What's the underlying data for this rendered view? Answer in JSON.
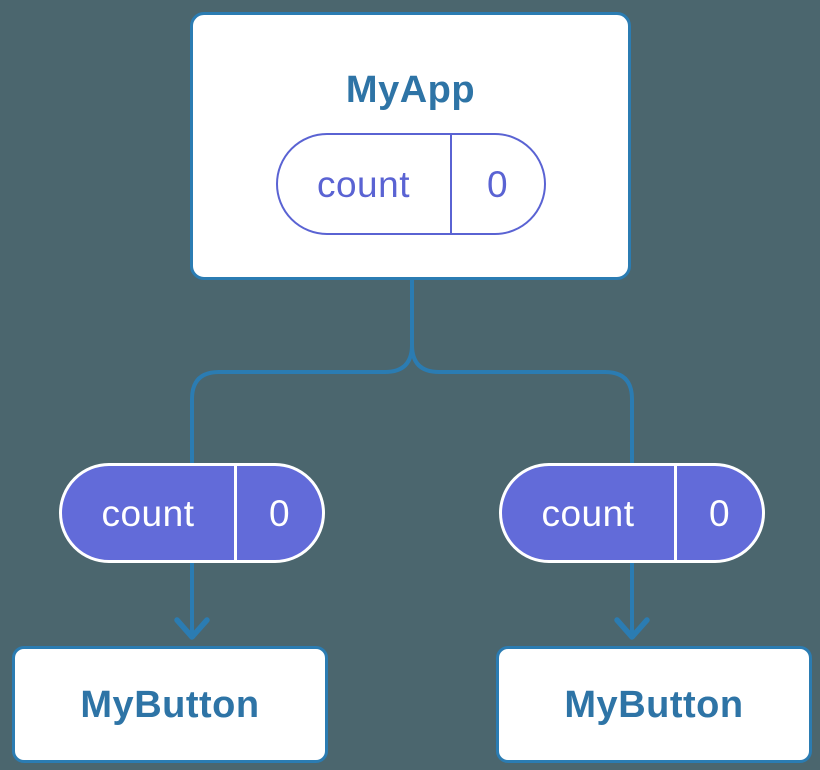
{
  "colors": {
    "background": "#4b666e",
    "connector_blue": "#2b7cb2",
    "component_label_blue": "#2e74a6",
    "state_purple_outline": "#5a63d3",
    "state_pill_fill_purple": "#626bd9",
    "card_fill": "#ffffff",
    "state_text_on_purple": "#ffffff"
  },
  "tree": {
    "root": {
      "label": "MyApp",
      "state": {
        "name": "count",
        "value": "0"
      }
    },
    "children": [
      {
        "label": "MyButton",
        "state": {
          "name": "count",
          "value": "0"
        }
      },
      {
        "label": "MyButton",
        "state": {
          "name": "count",
          "value": "0"
        }
      }
    ]
  }
}
